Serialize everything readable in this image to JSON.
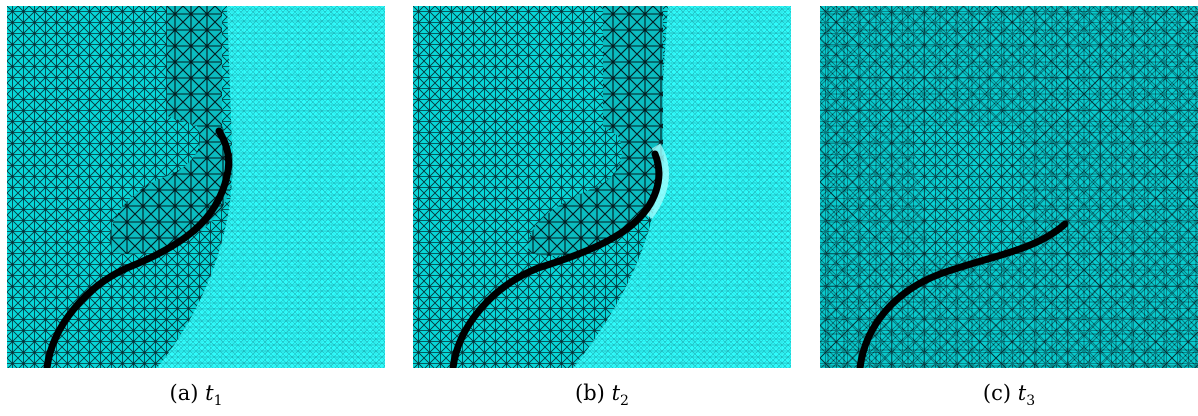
{
  "figure": {
    "panels": [
      {
        "id": "a",
        "label": "(a)",
        "time": "t",
        "subscript": "1",
        "mesh_color": "#00ffff"
      },
      {
        "id": "b",
        "label": "(b)",
        "time": "t",
        "subscript": "2",
        "mesh_color": "#00ffff"
      },
      {
        "id": "c",
        "label": "(c)",
        "time": "t",
        "subscript": "3",
        "mesh_color": "#00ffff"
      }
    ]
  }
}
